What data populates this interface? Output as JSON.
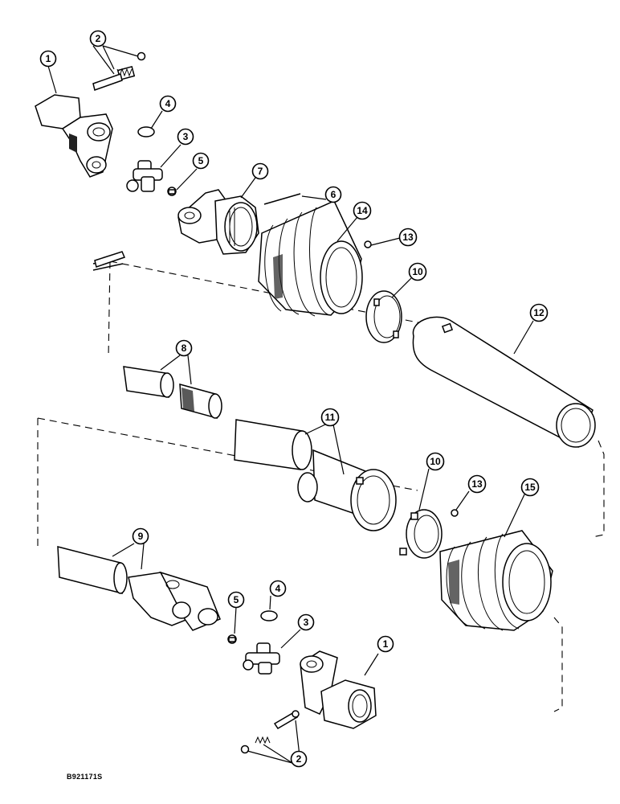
{
  "diagram": {
    "drawing_id": "B921171S",
    "callouts": [
      {
        "label": "1"
      },
      {
        "label": "2"
      },
      {
        "label": "4"
      },
      {
        "label": "3"
      },
      {
        "label": "5"
      },
      {
        "label": "7"
      },
      {
        "label": "6"
      },
      {
        "label": "14"
      },
      {
        "label": "13"
      },
      {
        "label": "10"
      },
      {
        "label": "12"
      },
      {
        "label": "8"
      },
      {
        "label": "11"
      },
      {
        "label": "10"
      },
      {
        "label": "13"
      },
      {
        "label": "15"
      },
      {
        "label": "9"
      },
      {
        "label": "5"
      },
      {
        "label": "4"
      },
      {
        "label": "3"
      },
      {
        "label": "1"
      },
      {
        "label": "2"
      }
    ]
  }
}
